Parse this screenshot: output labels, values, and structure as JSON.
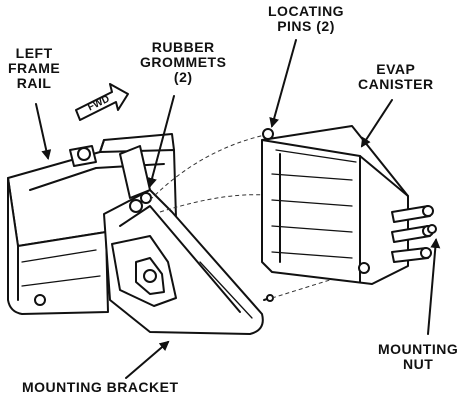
{
  "labels": {
    "left_frame_rail": [
      "LEFT",
      "FRAME",
      "RAIL"
    ],
    "rubber_grommets": [
      "RUBBER",
      "GROMMETS",
      "(2)"
    ],
    "locating_pins": [
      "LOCATING",
      "PINS (2)"
    ],
    "evap_canister": [
      "EVAP",
      "CANISTER"
    ],
    "mounting_nut": [
      "MOUNTING",
      "NUT"
    ],
    "mounting_bracket": "MOUNTING BRACKET",
    "fwd": "FWD"
  },
  "colors": {
    "ink": "#111111",
    "background": "#ffffff"
  }
}
